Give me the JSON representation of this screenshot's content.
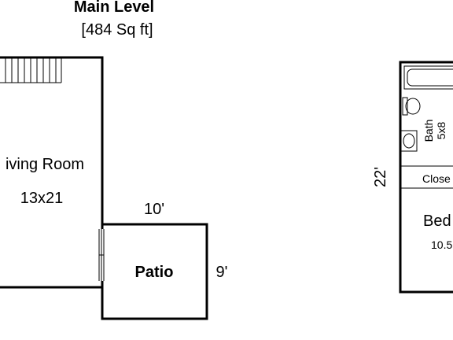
{
  "title": {
    "level": "Main Level",
    "area": "[484 Sq ft]"
  },
  "rooms": {
    "living_room": {
      "name": "iving Room",
      "size": "13x21"
    },
    "patio": {
      "name": "Patio",
      "width_dim": "10'",
      "depth_dim": "9'"
    },
    "bath": {
      "name": "Bath",
      "size": "5x8"
    },
    "closet": {
      "name": "Close"
    },
    "bedroom": {
      "name": "Bed",
      "size": "10.5"
    }
  },
  "dimensions": {
    "right_unit_height": "22'"
  }
}
